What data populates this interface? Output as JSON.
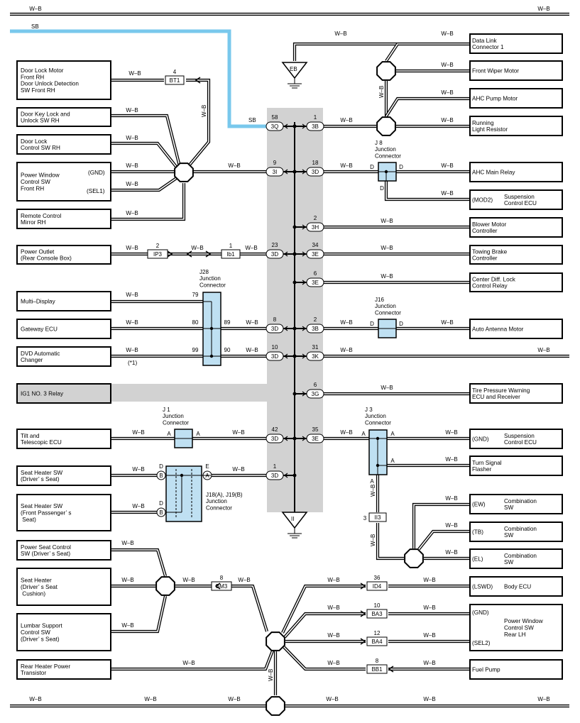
{
  "wire_color": "W–B",
  "sb_label": "SB",
  "ground_labels": {
    "eb": "EB",
    "ii": "II"
  },
  "asterisk_note": "(*1)",
  "junctions": {
    "j8": {
      "id": "J 8",
      "title": "Junction\nConnector"
    },
    "j28": {
      "id": "J28",
      "title": "Junction\nConnector"
    },
    "j16": {
      "id": "J16",
      "title": "Junction\nConnector"
    },
    "j1": {
      "id": "J 1",
      "title": "Junction\nConnector"
    },
    "j3": {
      "id": "J 3",
      "title": "Junction\nConnector"
    },
    "j18": {
      "id": "J18(A), J19(B)",
      "title": "Junction\nConnector"
    }
  },
  "left_components": [
    {
      "key": "door_lock_motor",
      "label": "Door Lock Motor\nFront RH\nDoor Unlock Detection\nSW Front RH"
    },
    {
      "key": "door_key_lock",
      "label": "Door Key Lock and\nUnlock SW RH"
    },
    {
      "key": "door_lock_ctrl",
      "label": "Door Lock\nControl SW RH"
    },
    {
      "key": "power_window_front",
      "label": "Power Window\nControl SW\nFront RH"
    },
    {
      "key": "remote_mirror",
      "label": "Remote Control\nMirror RH"
    },
    {
      "key": "power_outlet",
      "label": "Power Outlet\n(Rear Console Box)"
    },
    {
      "key": "multi_display",
      "label": "Multi–Display"
    },
    {
      "key": "gateway_ecu",
      "label": "Gateway ECU"
    },
    {
      "key": "dvd_changer",
      "label": "DVD Automatic\nChanger"
    },
    {
      "key": "ig1_relay",
      "label": "IG1 NO. 3 Relay"
    },
    {
      "key": "tilt_tele",
      "label": "Tilt and\nTelescopic ECU"
    },
    {
      "key": "seat_heater_drv",
      "label": "Seat Heater SW\n(Driver’ s Seat)"
    },
    {
      "key": "seat_heater_pass",
      "label": "Seat Heater SW\n(Front Passenger’ s\n Seat)"
    },
    {
      "key": "power_seat_ctrl",
      "label": "Power Seat Control\nSW (Driver’ s Seat)"
    },
    {
      "key": "seat_heater_cushion",
      "label": "Seat Heater\n(Driver’ s Seat\n Cushion)"
    },
    {
      "key": "lumbar",
      "label": "Lumbar Support\nControl SW\n(Driver’ s Seat)"
    },
    {
      "key": "rear_heater",
      "label": "Rear Heater Power\nTransistor"
    }
  ],
  "pw_front_pins": {
    "gnd": "(GND)",
    "sel1": "(SEL1)"
  },
  "right_components": [
    {
      "key": "dlc1",
      "label": "Data Link\nConnector 1"
    },
    {
      "key": "front_wiper",
      "label": "Front Wiper Motor"
    },
    {
      "key": "ahc_pump",
      "label": "AHC Pump Motor"
    },
    {
      "key": "running_light",
      "label": "Running\nLight Resistor"
    },
    {
      "key": "ahc_relay",
      "label": "AHC Main Relay"
    },
    {
      "key": "susp_ecu_1",
      "label": "Suspension\nControl ECU",
      "pin": "(MOD2)"
    },
    {
      "key": "blower",
      "label": "Blower Motor\nController"
    },
    {
      "key": "towing",
      "label": "Towing Brake\nController"
    },
    {
      "key": "center_diff",
      "label": "Center Diff.  Lock\nControl Relay"
    },
    {
      "key": "antenna",
      "label": "Auto Antenna Motor"
    },
    {
      "key": "tpw",
      "label": "Tire Pressure Warning\nECU and Receiver"
    },
    {
      "key": "susp_ecu_2",
      "label": "Suspension\nControl ECU",
      "pin": "(GND)"
    },
    {
      "key": "turn_flasher",
      "label": "Turn Signal\nFlasher"
    },
    {
      "key": "comb_ew",
      "label": "Combination\nSW",
      "pin": "(EW)"
    },
    {
      "key": "comb_tb",
      "label": "Combination\nSW",
      "pin": "(TB)"
    },
    {
      "key": "comb_el",
      "label": "Combination\nSW",
      "pin": "(EL)"
    },
    {
      "key": "body_ecu",
      "label": "Body ECU",
      "pin": "(LSWD)"
    },
    {
      "key": "pw_rear",
      "label": "Power Window\nControl SW\nRear LH",
      "pin": "(GND)",
      "pin2": "(SEL2)"
    },
    {
      "key": "fuel_pump",
      "label": "Fuel Pump"
    }
  ],
  "connectors": {
    "bt1": {
      "code": "BT1",
      "pin": "4"
    },
    "ip3": {
      "code": "IP3",
      "pin": "2"
    },
    "ib1": {
      "code": "Ib1",
      "pin": "1"
    },
    "bm3": {
      "code": "BM3",
      "pin": "8"
    },
    "id4": {
      "code": "ID4",
      "pin": "36"
    },
    "ba3": {
      "code": "BA3",
      "pin": "10"
    },
    "ba4": {
      "code": "BA4",
      "pin": "12"
    },
    "bb1": {
      "code": "BB1",
      "pin": "8"
    },
    "ii3": {
      "code": "II3",
      "pin": "3"
    }
  },
  "jb_left": [
    {
      "code": "3Q",
      "pin": "58"
    },
    {
      "code": "3I",
      "pin": "9"
    },
    {
      "code": "3D",
      "pin": "23"
    },
    {
      "code": "3D",
      "pin": "8"
    },
    {
      "code": "3D",
      "pin": "10"
    },
    {
      "code": "3D",
      "pin": "42"
    },
    {
      "code": "3D",
      "pin": "1"
    }
  ],
  "jb_right": [
    {
      "code": "3B",
      "pin": "1"
    },
    {
      "code": "3D",
      "pin": "18"
    },
    {
      "code": "3H",
      "pin": "2"
    },
    {
      "code": "3E",
      "pin": "34"
    },
    {
      "code": "3E",
      "pin": "6"
    },
    {
      "code": "3B",
      "pin": "2"
    },
    {
      "code": "3K",
      "pin": "31"
    },
    {
      "code": "3G",
      "pin": "6"
    },
    {
      "code": "3E",
      "pin": "35"
    }
  ],
  "j28_pins": [
    "79",
    "80",
    "89",
    "99",
    "90"
  ],
  "j_pins": {
    "a": "A",
    "b": "B",
    "d": "D",
    "e": "E"
  }
}
